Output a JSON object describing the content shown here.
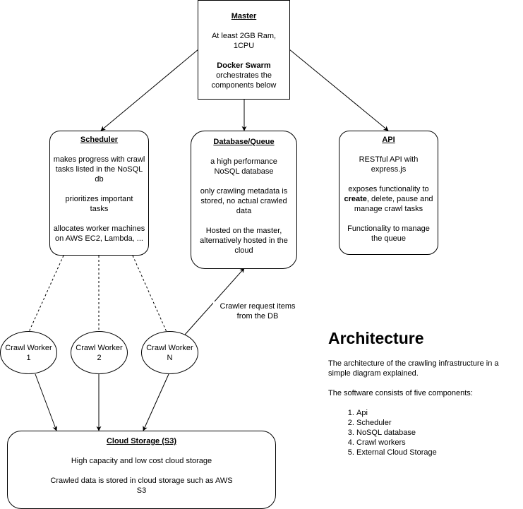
{
  "master": {
    "title": "Master",
    "line1": "At least 2GB Ram, 1CPU",
    "swarm_bold": "Docker Swarm",
    "swarm_rest": "orchestrates the components below"
  },
  "scheduler": {
    "title": "Scheduler",
    "p1": "makes progress with crawl tasks listed in the NoSQL db",
    "p2": "prioritizes important tasks",
    "p3": "allocates worker machines on AWS EC2, Lambda, ..."
  },
  "database": {
    "title": "Database/Queue",
    "p1": "a high performance NoSQL database",
    "p2": "only crawling metadata is stored, no actual crawled data",
    "p3": "Hosted on the master, alternatively hosted in the cloud"
  },
  "api": {
    "title": "API",
    "p1": "RESTful API with express.js",
    "p2_pre": "exposes functionality to ",
    "p2_bold": "create",
    "p2_post": ", delete, pause and manage crawl tasks",
    "p3": "Functionality to manage the queue"
  },
  "workers": [
    {
      "line1": "Crawl Worker",
      "line2": "1"
    },
    {
      "line1": "Crawl Worker",
      "line2": "2"
    },
    {
      "line1": "Crawl Worker",
      "line2": "N"
    }
  ],
  "edge_label": "Crawler request items from the DB",
  "storage": {
    "title": "Cloud Storage (S3)",
    "p1": "High capacity and low cost cloud storage",
    "p2": "Crawled data is stored in cloud storage such as AWS S3"
  },
  "side": {
    "heading": "Architecture",
    "p1": "The architecture of the crawling infrastructure in a simple diagram explained.",
    "p2": "The software consists of five components:",
    "components": [
      "Api",
      "Scheduler",
      "NoSQL database",
      "Crawl workers",
      "External Cloud Storage"
    ]
  }
}
